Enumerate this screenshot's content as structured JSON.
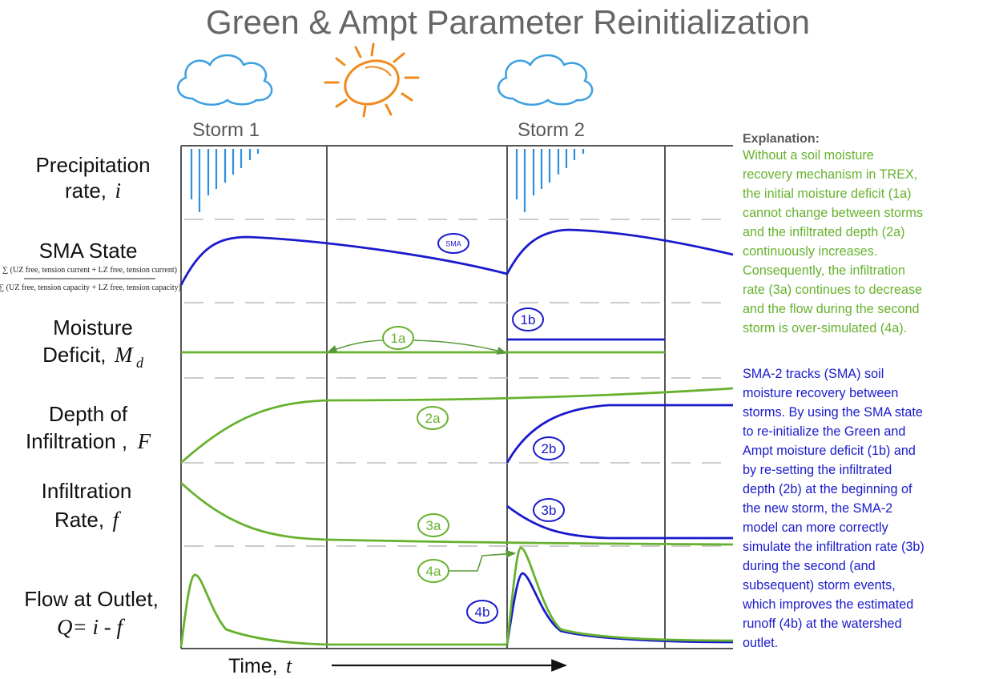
{
  "title": "Green & Ampt Parameter Reinitialization",
  "storms": [
    "Storm 1",
    "Storm 2"
  ],
  "rows": {
    "precip": {
      "label": "Precipitation",
      "label2": "rate,",
      "symbol": "i"
    },
    "sma": {
      "label": "SMA State",
      "formula_num": "∑ (UZ free, tension current + LZ free, tension current)",
      "formula_den": "∑ (UZ free, tension capacity + LZ free, tension capacity)"
    },
    "deficit": {
      "label": "Moisture",
      "label2": "Deficit,",
      "symbol": "M",
      "symbol_sub": "d"
    },
    "depth": {
      "label": "Depth of",
      "label2": "Infiltration ,",
      "symbol": "F"
    },
    "rate": {
      "label": "Infiltration",
      "label2": "Rate,",
      "symbol": "f"
    },
    "flow": {
      "label": "Flow at Outlet,",
      "label2_symbol": "Q= i - f"
    }
  },
  "callouts": {
    "sma": "SMA",
    "c1a": "1a",
    "c1b": "1b",
    "c2a": "2a",
    "c2b": "2b",
    "c3a": "3a",
    "c3b": "3b",
    "c4a": "4a",
    "c4b": "4b"
  },
  "x_axis": {
    "label": "Time,",
    "symbol": "t"
  },
  "explanation": {
    "heading": "Explanation:",
    "green_lines": [
      "Without a soil moisture",
      "recovery mechanism in TREX,",
      "the initial moisture deficit (1a)",
      "cannot change between storms",
      "and the infiltrated depth (2a)",
      "continuously increases.",
      "Consequently, the infiltration",
      "rate (3a) continues to decrease",
      "and the flow during the second",
      "storm is over-simulated (4a)."
    ],
    "blue_lines": [
      "SMA-2 tracks (SMA) soil",
      "moisture recovery between",
      "storms. By using the SMA state",
      "to re-initialize the Green and",
      "Ampt moisture deficit (1b) and",
      "by re-setting the infiltrated",
      "depth (2b) at the beginning of",
      "the new storm, the SMA-2",
      "model can more correctly",
      "simulate the infiltration rate (3b)",
      "during the second (and",
      "subsequent) storm events,",
      "which improves the estimated",
      "runoff (4b) at the watershed",
      "outlet."
    ]
  },
  "colors": {
    "green": "#66b22e",
    "blue": "#1a1acc",
    "rain": "#2f8fdf",
    "sun": "#f08a1c",
    "cloud": "#3aa0e0",
    "grid": "#555555",
    "divider": "#bbbbbb"
  },
  "icons": [
    "cloud-icon",
    "sun-icon",
    "cloud-icon"
  ]
}
